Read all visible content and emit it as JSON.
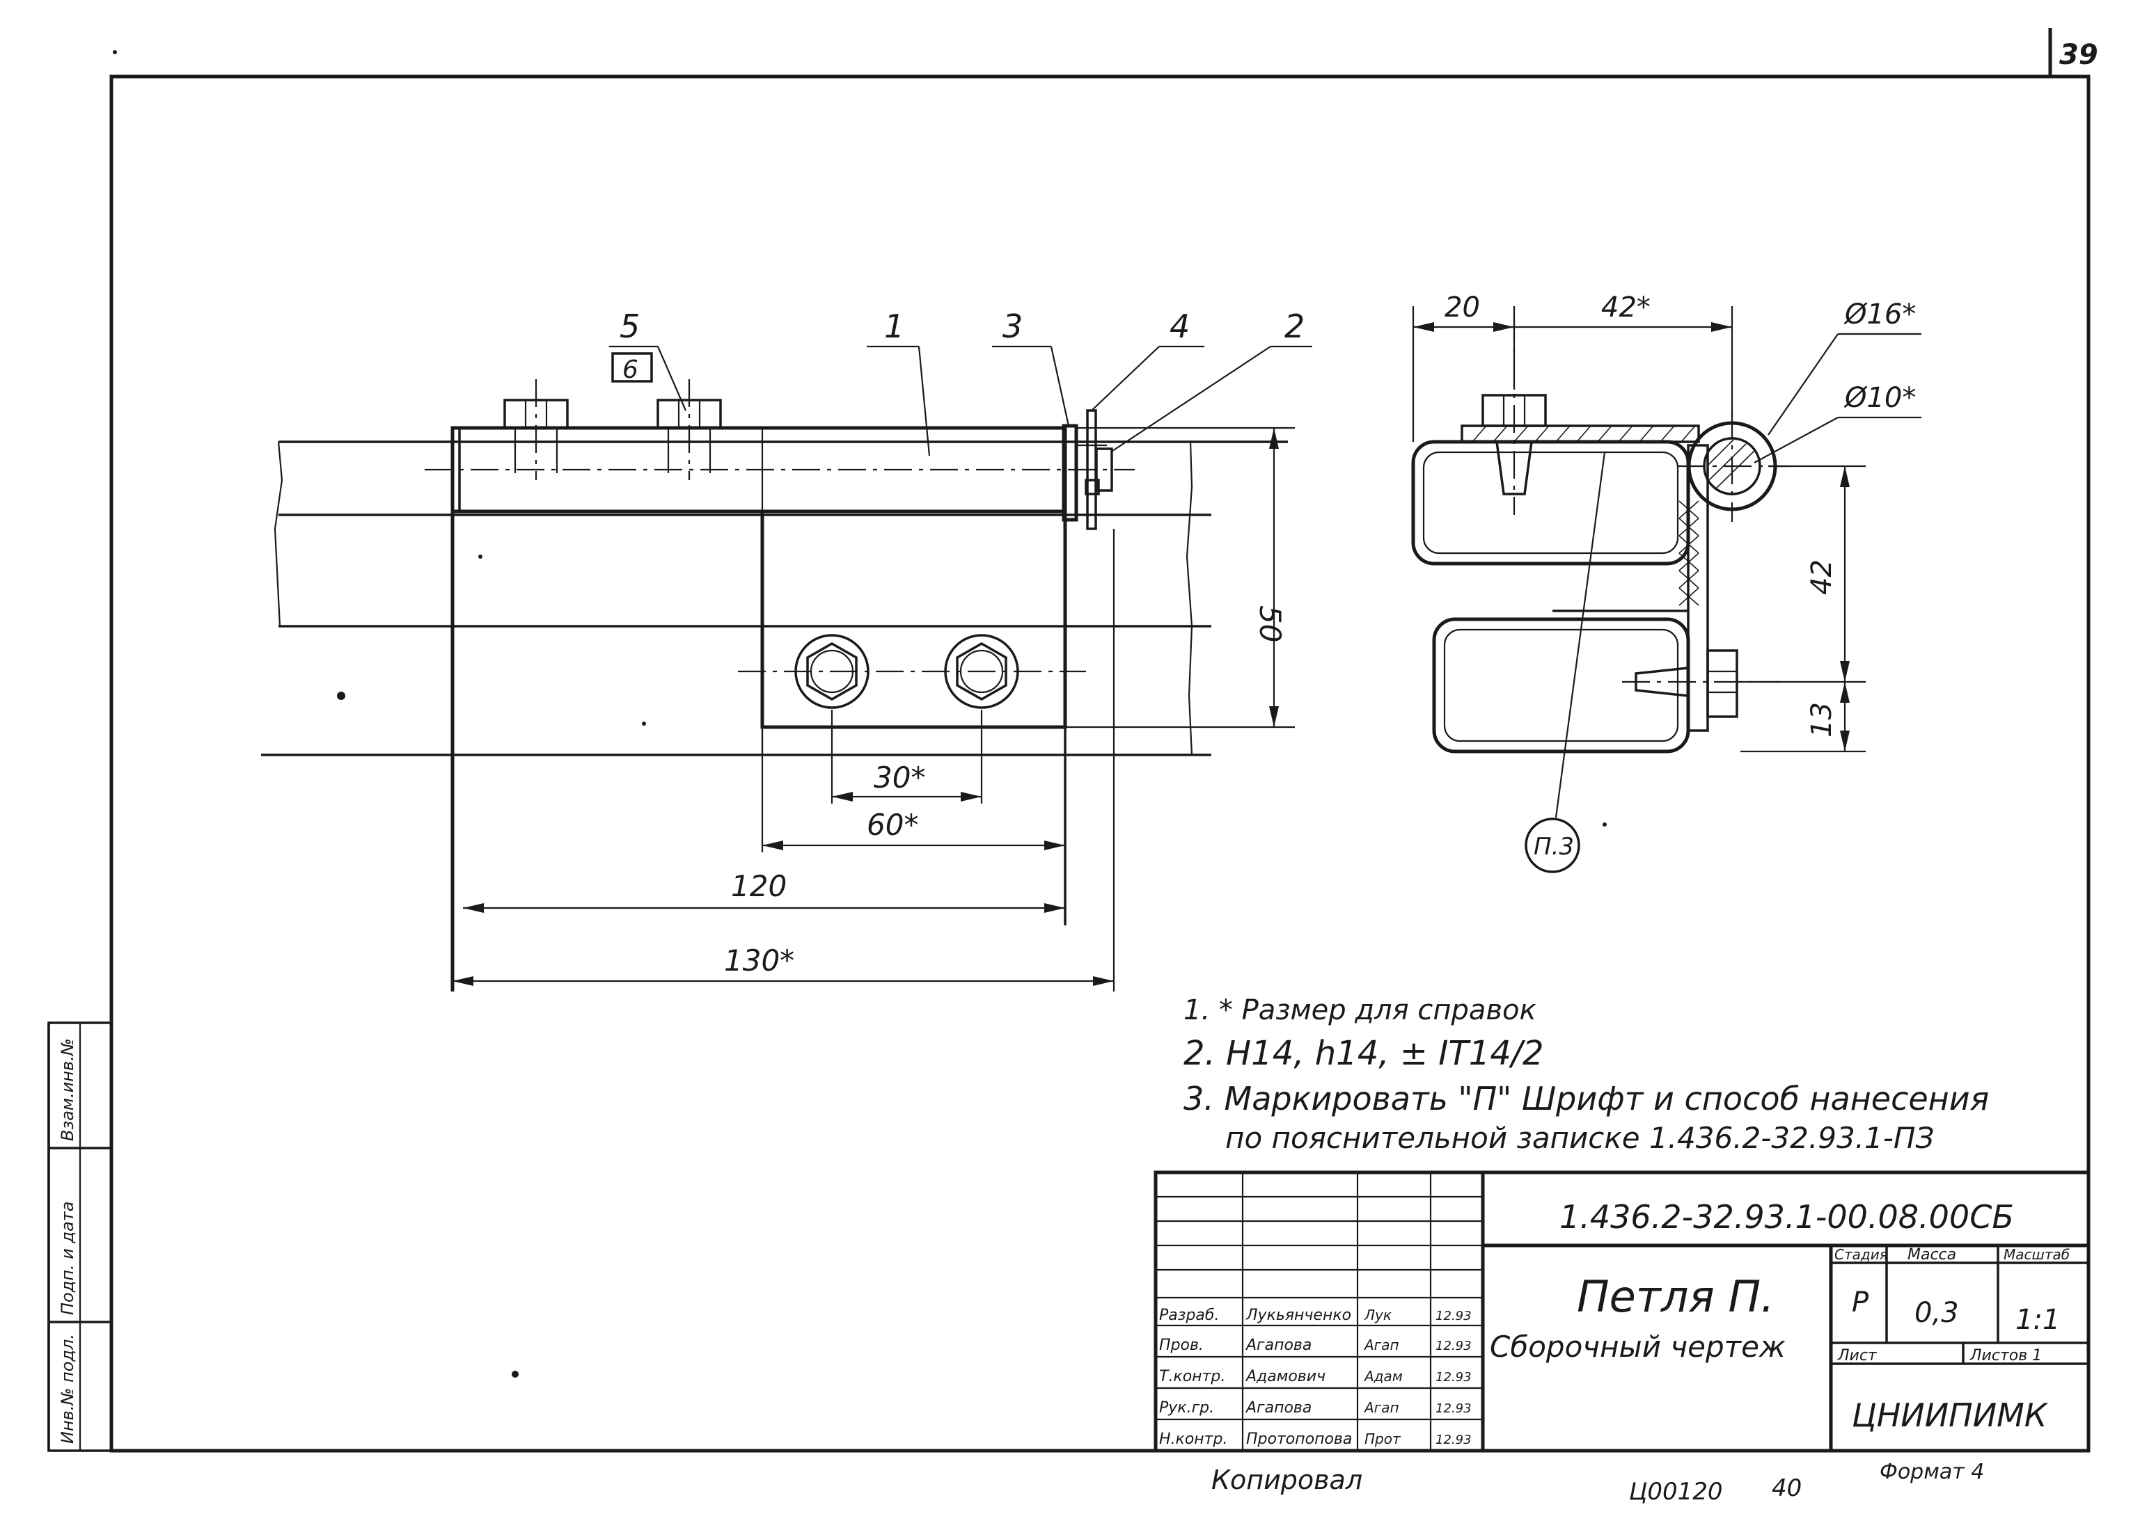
{
  "sheet_number": "39",
  "document_code": "1.436.2-32.93.1-00.08.00СБ",
  "title_line1": "Петля П.",
  "title_line2": "Сборочный чертеж",
  "col_stage": "Стадия",
  "col_mass": "Масса",
  "col_scale": "Масштаб",
  "stage_value": "Р",
  "mass_value": "0,3",
  "scale_value": "1:1",
  "sheet_label": "Лист",
  "sheets_label": "Листов 1",
  "organization": "ЦНИИПИМК",
  "copied_label": "Копировал",
  "format_label": "Формат 4",
  "footer_code": "Ц00120",
  "footer_num": "40",
  "left_stamp": [
    "Инв.№ подл.",
    "Подп. и дата",
    "Взам.инв.№"
  ],
  "signatures": [
    {
      "role": "Разраб.",
      "name": "Лукьянченко",
      "sign": "Лук",
      "date": "12.93"
    },
    {
      "role": "Пров.",
      "name": "Агапова",
      "sign": "Агап",
      "date": "12.93"
    },
    {
      "role": "Т.контр.",
      "name": "Адамович",
      "sign": "Адам",
      "date": "12.93"
    },
    {
      "role": "Рук.гр.",
      "name": "Агапова",
      "sign": "Агап",
      "date": "12.93"
    },
    {
      "role": "Н.контр.",
      "name": "Протопопова",
      "sign": "Прот",
      "date": "12.93"
    }
  ],
  "notes": [
    "1. * Размер для справок",
    "2. Н14, h14, ± IT14/2",
    "3. Маркировать \"П\" Шрифт и способ нанесения",
    "по пояснительной записке 1.436.2-32.93.1-ПЗ"
  ],
  "callouts": {
    "c1": "1",
    "c2": "2",
    "c3": "3",
    "c4": "4",
    "c5": "5",
    "c6": "6",
    "weld": "П.3"
  },
  "dims_front": {
    "d30": "30*",
    "d60": "60*",
    "d120": "120",
    "d130": "130*",
    "d50": "50"
  },
  "dims_side": {
    "d20": "20",
    "d42top": "42*",
    "d16": "Ø16*",
    "d10": "Ø10*",
    "d42v": "42",
    "d13": "13"
  }
}
